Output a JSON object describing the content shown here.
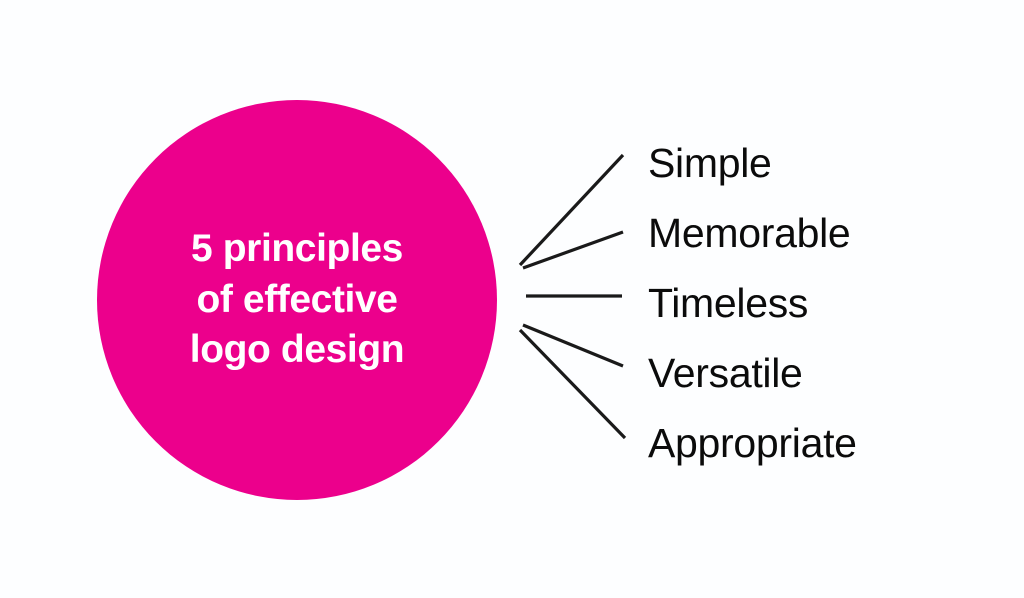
{
  "diagram": {
    "type": "radial-callout",
    "background_color": "#fdfeff",
    "hub": {
      "shape": "circle",
      "fill_color": "#ec008c",
      "text_color": "#ffffff",
      "lines": [
        "5 principles",
        "of effective",
        "logo design"
      ]
    },
    "connector_color": "#1a1a1a",
    "label_color": "#0b0b0b",
    "leaves": [
      {
        "label": "Simple"
      },
      {
        "label": "Memorable"
      },
      {
        "label": "Timeless"
      },
      {
        "label": "Versatile"
      },
      {
        "label": "Appropriate"
      }
    ]
  }
}
